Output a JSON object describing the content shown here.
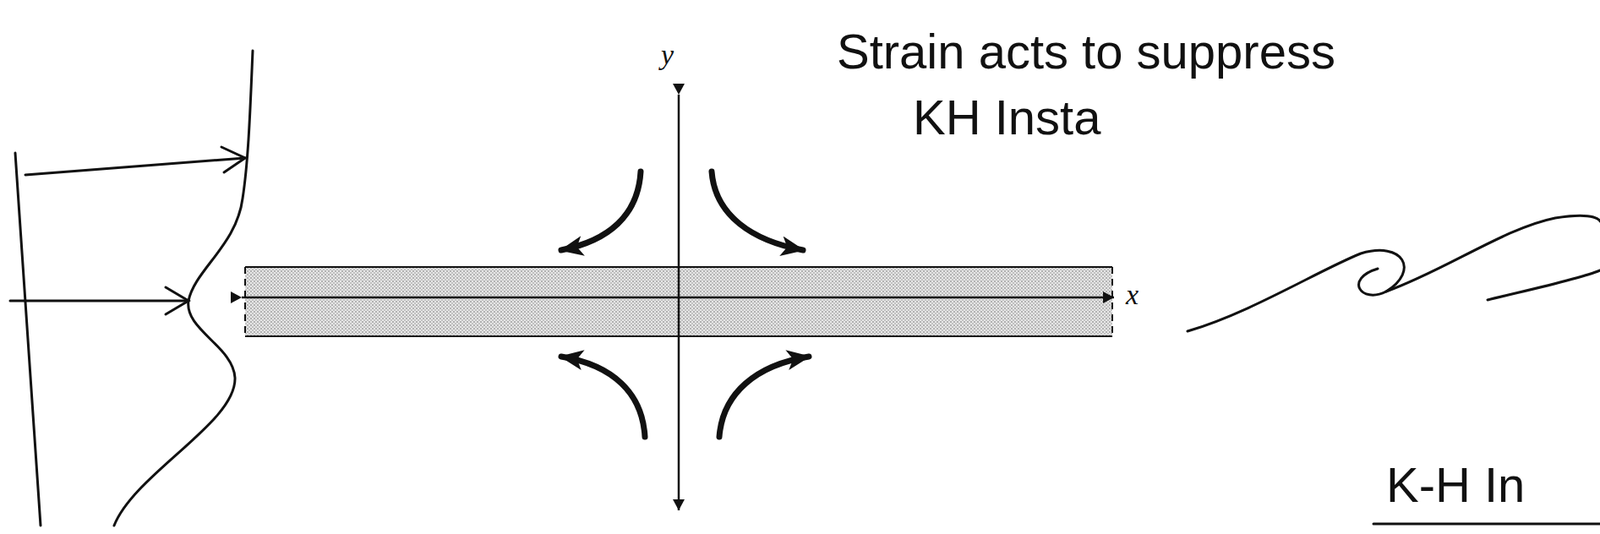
{
  "diagram": {
    "labels": [
      "y",
      "x",
      "Strain acts to suppress KH Insta",
      "K-H In"
    ]
  }
}
